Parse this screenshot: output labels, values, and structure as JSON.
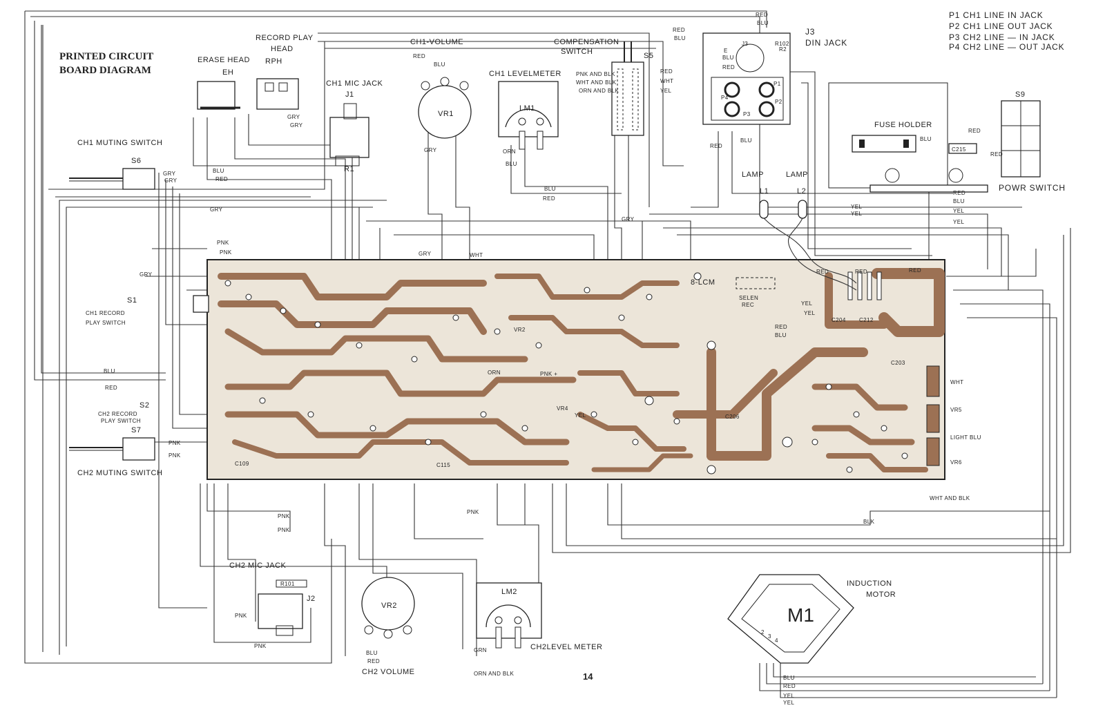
{
  "title": {
    "line1": "PRINTED CIRCUIT",
    "line2": "BOARD DIAGRAM"
  },
  "page_number": "14",
  "legend": [
    "P1   CH1 LINE IN JACK",
    "P2   CH1 LINE OUT JACK",
    "P3   CH2 LINE — IN JACK",
    "P4   CH2 LINE — OUT JACK"
  ],
  "components": {
    "erase_head": {
      "label": "ERASE HEAD",
      "code": "EH"
    },
    "record_play_head": {
      "label1": "RECORD PLAY",
      "label2": "HEAD",
      "code": "RPH"
    },
    "ch1_mic_jack": {
      "label": "CH1 MIC JACK",
      "code": "J1",
      "resistor": "R1"
    },
    "ch1_volume": {
      "label": "CH1-VOLUME",
      "code": "VR1"
    },
    "ch1_levelmeter": {
      "label": "CH1 LEVELMETER",
      "code": "LM1"
    },
    "compensation_switch": {
      "label1": "COMPENSATION",
      "label2": "SWITCH",
      "code": "S5"
    },
    "din_jack": {
      "code": "J3",
      "label": "DIN JACK",
      "inner": "J3",
      "e": "E",
      "r102": "R102",
      "r2": "R2",
      "p1": "P1",
      "p2": "P2",
      "p3": "P3",
      "p4": "P4"
    },
    "power_switch": {
      "label": "POWR SWITCH",
      "code": "S9"
    },
    "fuse_holder": {
      "label": "FUSE HOLDER"
    },
    "c215": "C215",
    "lamps": {
      "label": "LAMP",
      "l1": "L1",
      "l2": "L2"
    },
    "ch1_muting_switch": {
      "label": "CH1  MUTING SWITCH",
      "code": "S6"
    },
    "ch1_record_play_switch": {
      "code": "S1",
      "label1": "CH1 RECORD",
      "label2": "PLAY SWITCH"
    },
    "ch2_record_play_switch": {
      "code": "S2",
      "label1": "CH2  RECORD",
      "label2": "PLAY SWITCH"
    },
    "ch2_muting_switch": {
      "label": "CH2  MUTING SWITCH",
      "code": "S7"
    },
    "ch2_mic_jack": {
      "label": "CH2  MIC JACK",
      "code": "J2",
      "resistor": "R101"
    },
    "ch2_volume": {
      "label": "CH2  VOLUME",
      "code": "VR2"
    },
    "ch2_level_meter": {
      "label": "CH2LEVEL  METER",
      "code": "LM2"
    },
    "induction_motor": {
      "label1": "INDUCTION",
      "label2": "MOTOR",
      "code": "M1",
      "terminals": [
        "2",
        "3",
        "4"
      ]
    }
  },
  "pcb": {
    "labels": {
      "8lcm": "8-LCM",
      "selen1": "SELEN",
      "selen2": "REC",
      "c204": "C204",
      "c212": "C212",
      "c203": "C203",
      "c206": "C206",
      "c109": "C109",
      "c115": "C115",
      "vr5": "VR5",
      "vr6": "VR6",
      "vr4": "VR4",
      "vr2": "VR2"
    }
  },
  "wire_labels": {
    "red": "RED",
    "blu": "BLU",
    "gry": "GRY",
    "pnk": "PNK",
    "wht": "WHT",
    "yel": "YEL",
    "orn": "ORN",
    "blk": "BLK",
    "grn": "GRN",
    "light_blu": "LIGHT BLU",
    "wht_and_blk": "WHT AND BLK",
    "orn_and_blk": "ORN AND BLK",
    "pnk_and_blk": "PNK AND BLK",
    "wht_and_blk_s5": "WHT AND BLK",
    "orn_and_blk_s5": "ORN AND BLK",
    "pnk_s": "PNK +",
    "yel_s": "YEL"
  }
}
